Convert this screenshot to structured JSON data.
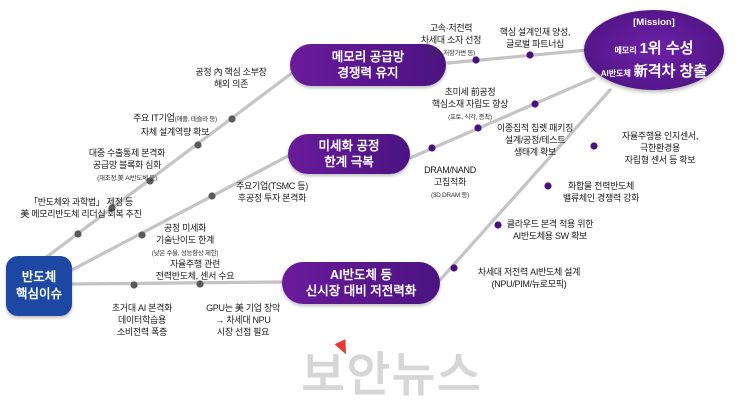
{
  "origin": {
    "label": "반도체\n핵심이슈"
  },
  "mission": {
    "tag": "[Mission]",
    "line1_small": "메모리",
    "line1_big": "1위 수성",
    "line2_small": "AI반도체",
    "line2_hanja": "新",
    "line2_big": "격차 창출"
  },
  "tracks": {
    "top": "메모리 공급망\n경쟁력 유지",
    "middle": "미세화 공정\n한계 극복",
    "bottom": "AI반도체 등\n신시장 대비 저전력화"
  },
  "labels": {
    "lbl_1": "「반도체와 과학법」 제정 등\n美 메모리반도체 리더십 회복 추진",
    "lbl_2": "대중 수출통제 본격화\n공급망 블록화 심화",
    "lbl_2_sub": "(재조정,美 AI반도체 등)",
    "lbl_3": "주요 IT기업",
    "lbl_3_sub": "(애플, 테슬라 등)",
    "lbl_3b": "자체 설계역량 확보",
    "lbl_4": "공정 內 핵심 소부장\n해외 의존",
    "lbl_5": "고속·저전력\n차세대 소자 선정",
    "lbl_5_sub": "(자성, 저항가변 등)",
    "lbl_6": "핵심 설계인재 양성,\n글로벌 파트너십",
    "lbl_7": "초미세 前공정\n핵심소재 자립도 향상",
    "lbl_7_sub": "(포토, 식각, 증착)",
    "lbl_8": "공정 미세화\n기술난이도 한계",
    "lbl_8_sub": "(낮은 수율, 성능향상 제한)",
    "lbl_9": "주요기업(TSMC 등)\n후공정 투자 본격화",
    "lbl_10": "DRAM/NAND\n고집적화",
    "lbl_10_sub": "(3D DRAM 등)",
    "lbl_11": "이종집적 칩렛 패키징\n설계/공정/테스트\n생태계 확보",
    "lbl_12": "자율주행용 인지센서,\n극한환경용\n자립형 센서 등 확보",
    "lbl_13": "화합물 전력반도체\n밸류체인 경쟁력 강화",
    "lbl_14": "클라우드 본격 적용 위한\nAI반도체용 SW 확보",
    "lbl_15": "차세대 저전력 AI반도체 설계\n(NPU/PIM/뉴로모픽)",
    "lbl_16": "자율주행 관련\n전력반도체, 센서 수요",
    "lbl_17": "초거대 AI 본격화\n데이터학습용\n소비전력 폭증",
    "lbl_18": "GPU는 美 기업 장악\n→ 차세대 NPU\n시장 선점 필요"
  },
  "watermark": "보안뉴스",
  "colors": {
    "pill": "#5b1690",
    "origin": "#1c47a3",
    "line": "#bfbfbf",
    "dot": "#5a5a5a",
    "dot_purple": "#4a117c"
  }
}
